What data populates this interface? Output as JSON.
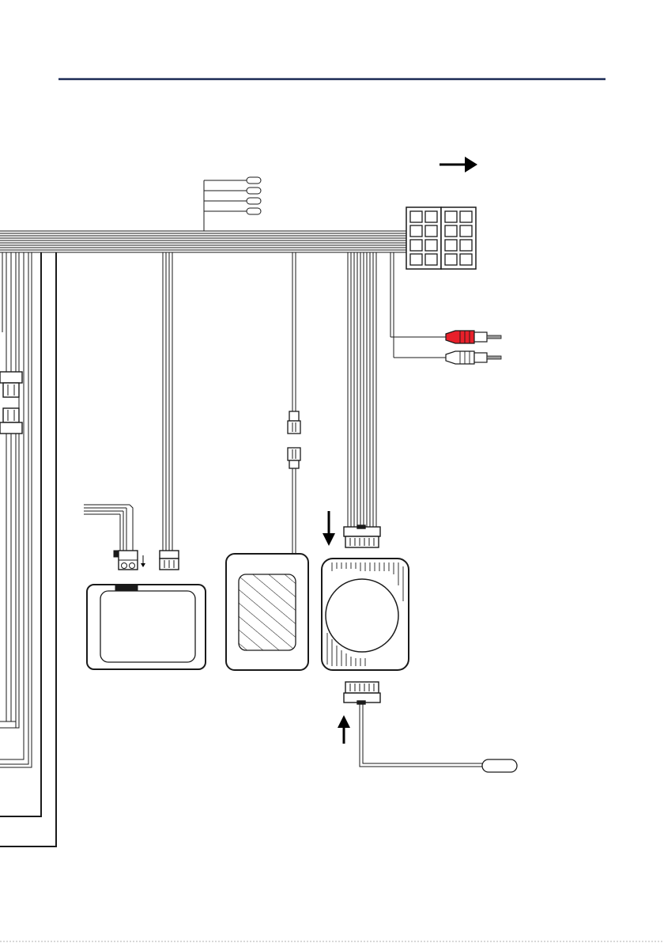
{
  "page": {
    "header_rule_color": "#1b2a55",
    "line_color": "#1a1a1a",
    "background": "#ffffff"
  },
  "rca_plugs": [
    {
      "name": "rca-plug-red",
      "color": "#e8202a"
    },
    {
      "name": "rca-plug-white",
      "color": "#ffffff"
    }
  ],
  "arrows": [
    "arrow-right-icon",
    "arrow-down-icon",
    "arrow-up-icon",
    "small-arrow-down-icon"
  ],
  "components": [
    "wiring-harness-bundle",
    "iso-connector-block",
    "rca-audio-outputs",
    "screen-module",
    "antenna-module",
    "speaker-module",
    "remote-sensor-lead"
  ]
}
